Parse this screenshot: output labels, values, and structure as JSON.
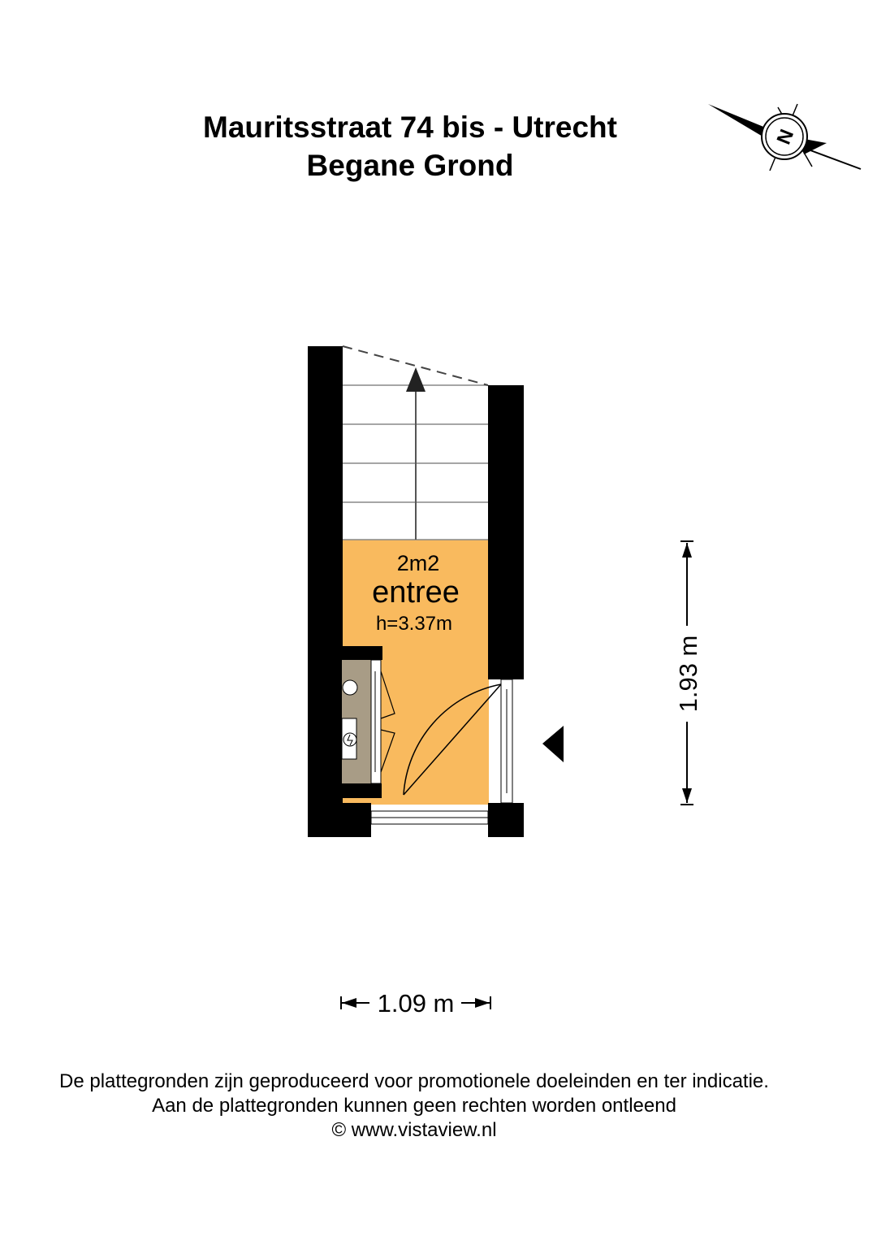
{
  "header": {
    "title_line1": "Mauritsstraat 74 bis - Utrecht",
    "title_line2": "Begane Grond"
  },
  "compass": {
    "letter": "N"
  },
  "room": {
    "area": "2m2",
    "name": "entree",
    "height": "h=3.37m",
    "fill_color": "#F9BA5E"
  },
  "dimensions": {
    "vertical": "1.93 m",
    "horizontal": "1.09 m"
  },
  "footer": {
    "line1": "De plattegronden zijn geproduceerd voor promotionele doeleinden en ter indicatie.",
    "line2": "Aan de plattegronden kunnen geen rechten worden ontleend",
    "line3": "© www.vistaview.nl"
  },
  "colors": {
    "wall": "#000000",
    "cabinet": "#A89C86",
    "room": "#F9BA5E"
  }
}
